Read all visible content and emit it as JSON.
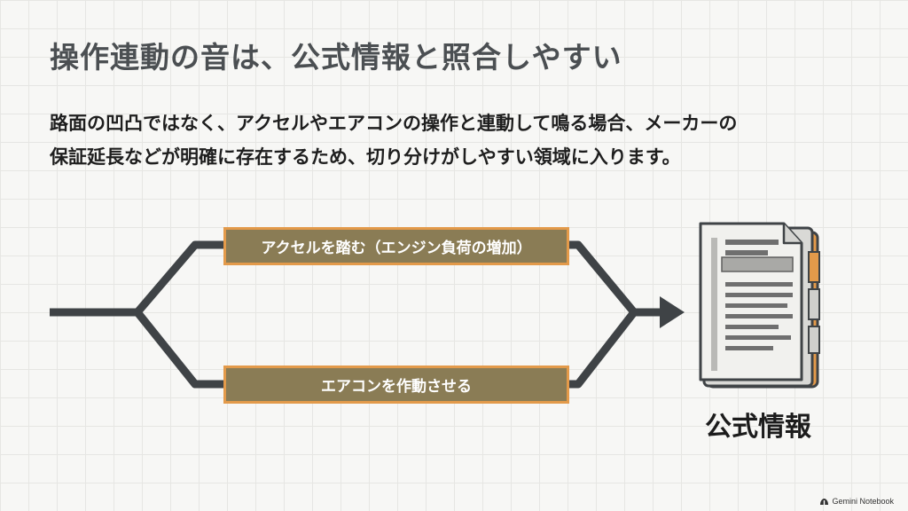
{
  "title": "操作連動の音は、公式情報と照合しやすい",
  "body": {
    "line1": "路面の凹凸ではなく、アクセルやエアコンの操作と連動して鳴る場合、メーカーの",
    "line2": "保証延長などが明確に存在するため、切り分けがしやすい領域に入ります。"
  },
  "diagram": {
    "branches": [
      {
        "label": "アクセルを踏む（エンジン負荷の増加）"
      },
      {
        "label": "エアコンを作動させる"
      }
    ],
    "target_label": "公式情報",
    "colors": {
      "line": "#3f4346",
      "box_fill": "#8a7c55",
      "box_border": "#e39a4a",
      "tab": "#e39a4a"
    }
  },
  "watermark": {
    "text": "Gemini Notebook",
    "icon": "notebook-logo-icon"
  }
}
